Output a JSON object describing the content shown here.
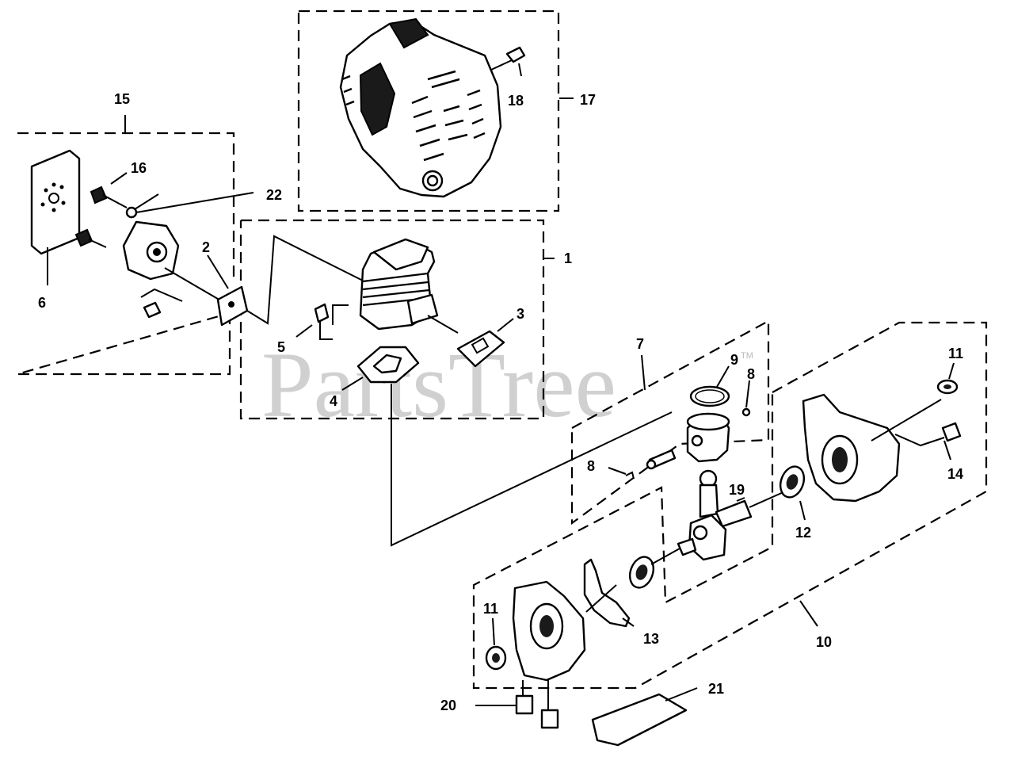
{
  "watermark": "PartsTree",
  "watermark_mark": "TM",
  "callouts": [
    {
      "id": "c1",
      "label": "1"
    },
    {
      "id": "c2",
      "label": "2"
    },
    {
      "id": "c3",
      "label": "3"
    },
    {
      "id": "c4",
      "label": "4"
    },
    {
      "id": "c5",
      "label": "5"
    },
    {
      "id": "c6",
      "label": "6"
    },
    {
      "id": "c7",
      "label": "7"
    },
    {
      "id": "c8a",
      "label": "8"
    },
    {
      "id": "c8b",
      "label": "8"
    },
    {
      "id": "c9",
      "label": "9"
    },
    {
      "id": "c10",
      "label": "10"
    },
    {
      "id": "c11a",
      "label": "11"
    },
    {
      "id": "c11b",
      "label": "11"
    },
    {
      "id": "c12",
      "label": "12"
    },
    {
      "id": "c13",
      "label": "13"
    },
    {
      "id": "c14",
      "label": "14"
    },
    {
      "id": "c15",
      "label": "15"
    },
    {
      "id": "c16",
      "label": "16"
    },
    {
      "id": "c17",
      "label": "17"
    },
    {
      "id": "c18",
      "label": "18"
    },
    {
      "id": "c19",
      "label": "19"
    },
    {
      "id": "c20",
      "label": "20"
    },
    {
      "id": "c21",
      "label": "21"
    },
    {
      "id": "c22",
      "label": "22"
    }
  ]
}
